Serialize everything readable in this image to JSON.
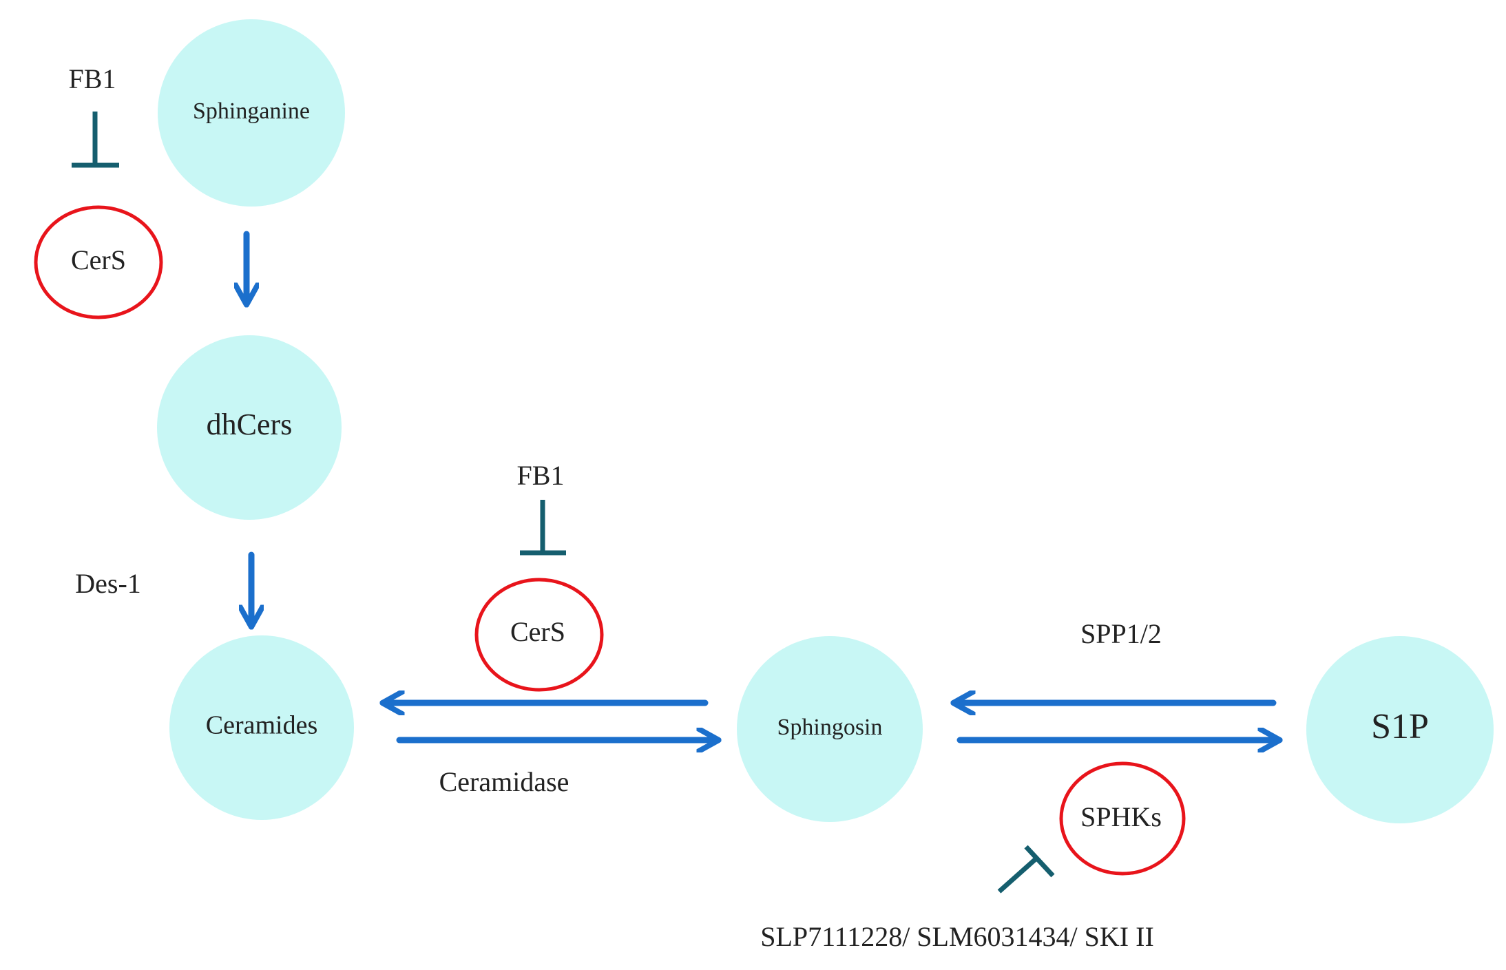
{
  "colors": {
    "node_fill": "#c8f7f5",
    "enzyme_stroke": "#e8141b",
    "arrow": "#1b6fcc",
    "inhibitor": "#155e6e",
    "text": "#222222"
  },
  "nodes": {
    "sphinganine": "Sphinganine",
    "dhcers": "dhCers",
    "ceramides": "Ceramides",
    "sphingosin": "Sphingosin",
    "s1p": "S1P"
  },
  "enzymes": {
    "cers_top": "CerS",
    "cers_middle": "CerS",
    "sphks": "SPHKs"
  },
  "labels": {
    "fb1_top": "FB1",
    "fb1_middle": "FB1",
    "des1": "Des-1",
    "ceramidase": "Ceramidase",
    "spp": "SPP1/2",
    "inhibitors": "SLP7111228/ SLM6031434/ SKI II"
  }
}
